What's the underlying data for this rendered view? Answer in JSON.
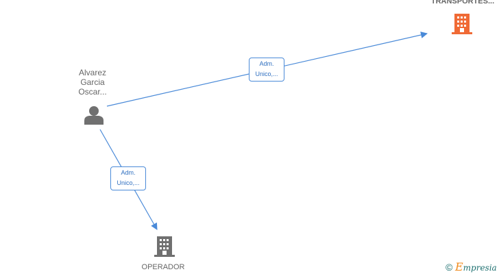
{
  "nodes": {
    "person": {
      "label_lines": [
        "Alvarez",
        "Garcia",
        "Oscar..."
      ]
    },
    "company_top": {
      "label": "TRANSPORTES..."
    },
    "company_bottom": {
      "label": "OPERADOR"
    }
  },
  "edges": [
    {
      "label_lines": [
        "Adm.",
        "Unico,..."
      ]
    },
    {
      "label_lines": [
        "Adm.",
        "Unico,..."
      ]
    }
  ],
  "colors": {
    "edge": "#4a8ad8",
    "person_icon": "#707070",
    "company_top_icon": "#f06a35",
    "company_bottom_icon": "#707070"
  },
  "brand": {
    "copyright": "©",
    "initial": "E",
    "rest": "mpresia"
  }
}
